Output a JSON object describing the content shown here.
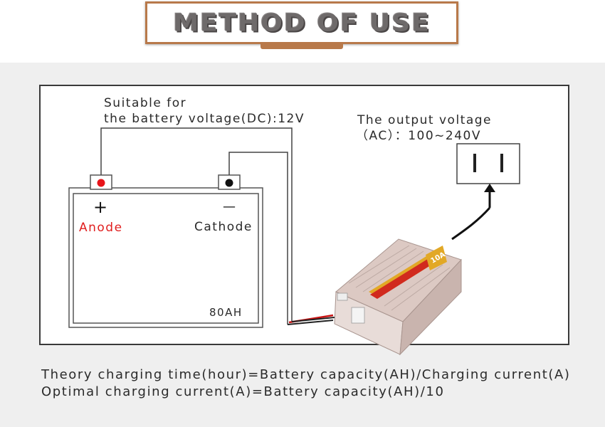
{
  "title": "METHOD OF USE",
  "labels": {
    "battery_voltage_line1": "Suitable for",
    "battery_voltage_line2": "the battery voltage(DC):12V",
    "output_voltage_line1": "The output voltage",
    "output_voltage_line2": "（AC）：100~240V",
    "plus_symbol": "+",
    "minus_symbol": "—",
    "anode": "Anode",
    "cathode": "Cathode",
    "capacity": "80AH",
    "charger_rating": "10A"
  },
  "formulas": [
    "Theory charging time(hour)=Battery capacity(AH)/Charging current(A)",
    "Optimal charging current(A)=Battery capacity(AH)/10"
  ],
  "colors": {
    "accent_brown": "#b8794a",
    "positive_terminal": "#e8141a",
    "negative_terminal": "#111111",
    "anode_text": "#e01e1e",
    "charger_body": "#d9c6c0"
  }
}
